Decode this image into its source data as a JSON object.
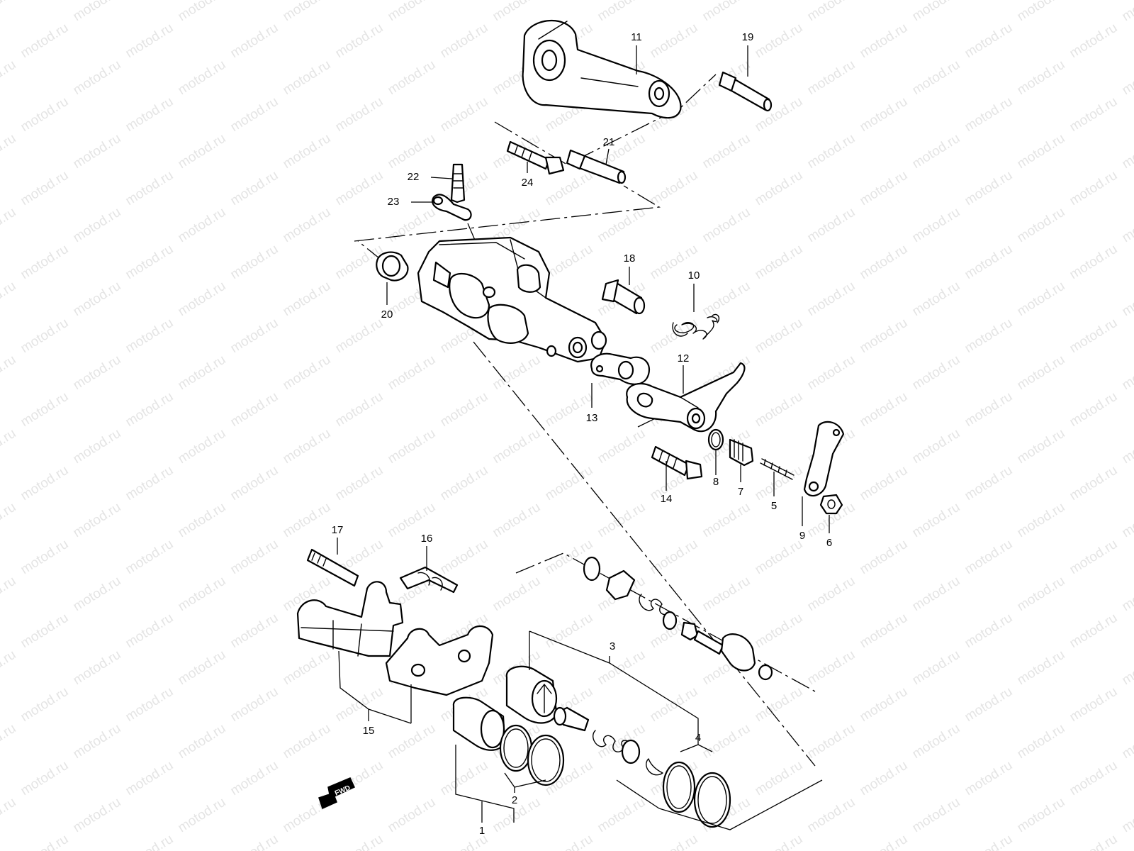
{
  "watermark": {
    "text": "motod.ru"
  },
  "fwd_label": "FWD",
  "callouts": {
    "c1": "1",
    "c2": "2",
    "c3": "3",
    "c4": "4",
    "c5": "5",
    "c6": "6",
    "c7": "7",
    "c8": "8",
    "c9": "9",
    "c10": "10",
    "c11": "11",
    "c12": "12",
    "c13": "13",
    "c14": "14",
    "c15": "15",
    "c16": "16",
    "c17": "17",
    "c18": "18",
    "c19": "19",
    "c20": "20",
    "c21": "21",
    "c22": "22",
    "c23": "23",
    "c24": "24"
  }
}
